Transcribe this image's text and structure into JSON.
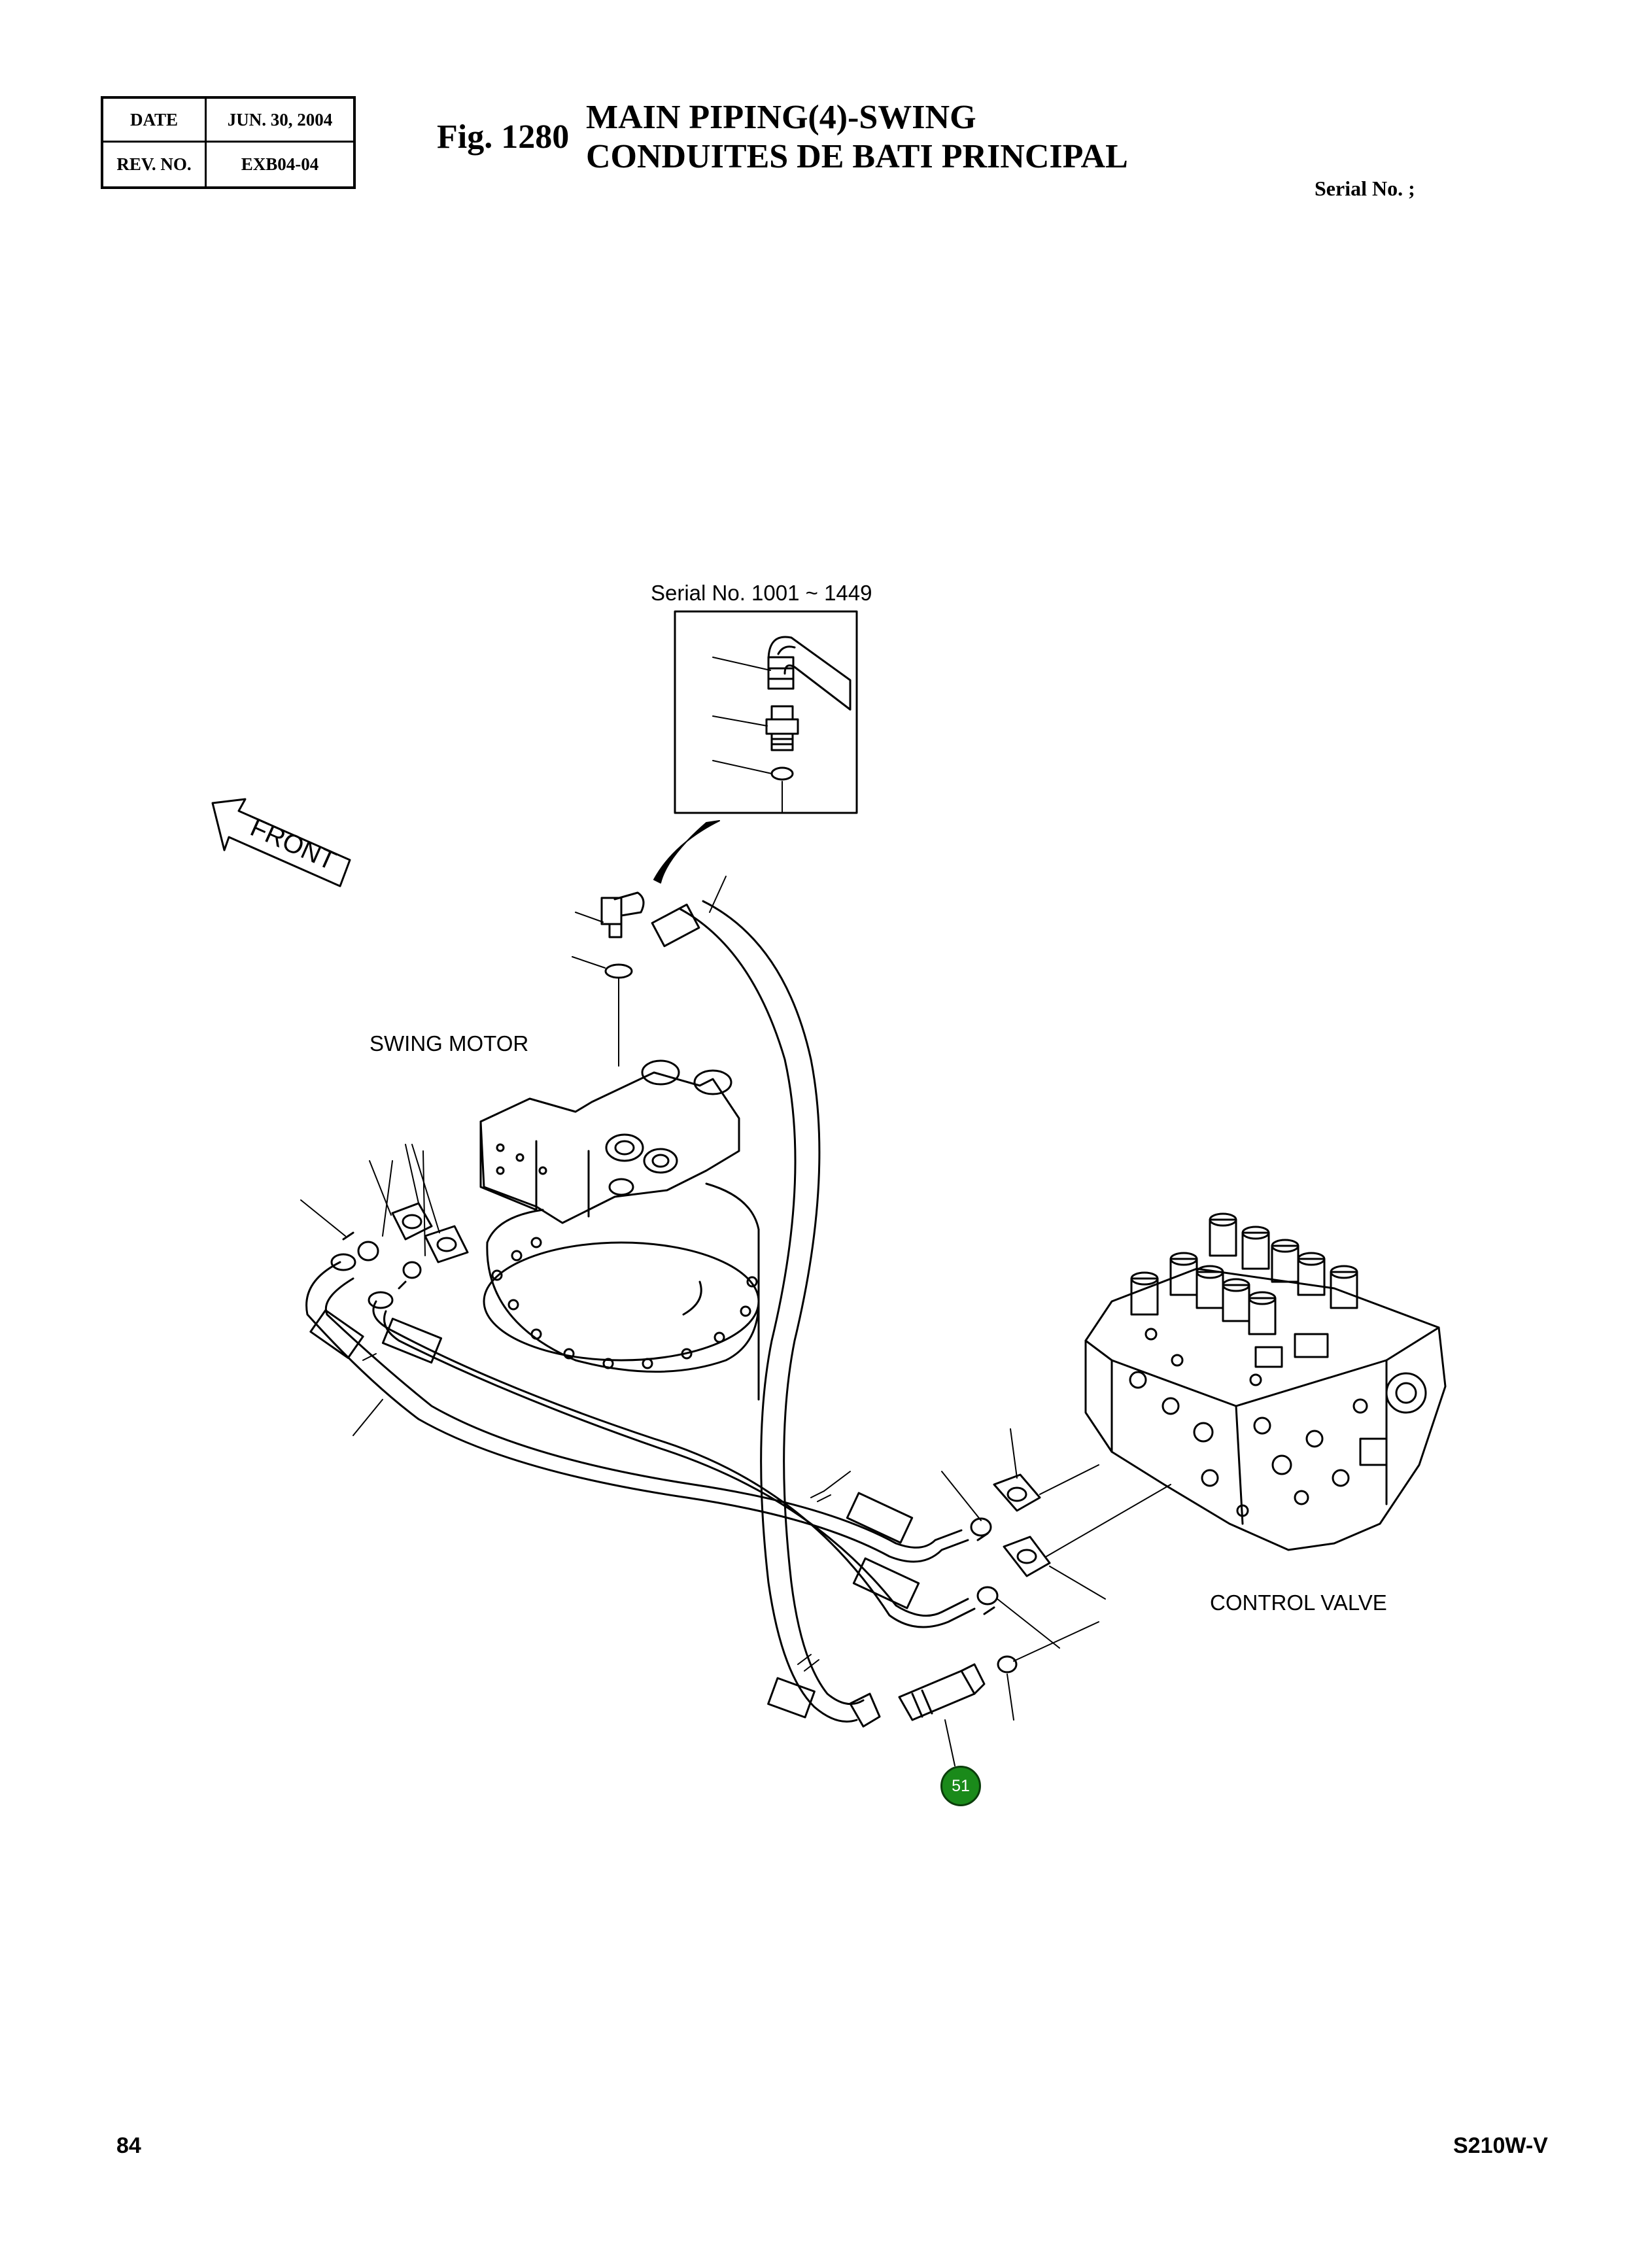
{
  "header": {
    "date_label": "DATE",
    "date_value": "JUN. 30, 2004",
    "rev_label": "REV. NO.",
    "rev_value": "EXB04-04",
    "fig_number": "Fig. 1280",
    "title_en": "MAIN PIPING(4)-SWING",
    "title_fr": "CONDUITES DE BATI PRINCIPAL",
    "serial_label": "Serial No. ;"
  },
  "diagram": {
    "inset_label": "Serial No. 1001 ~ 1449",
    "front_label": "FRONT",
    "swing_motor_label": "SWING MOTOR",
    "control_valve_label": "CONTROL VALVE",
    "callouts": [
      "51"
    ]
  },
  "footer": {
    "page_number": "84",
    "model": "S210W-V"
  }
}
